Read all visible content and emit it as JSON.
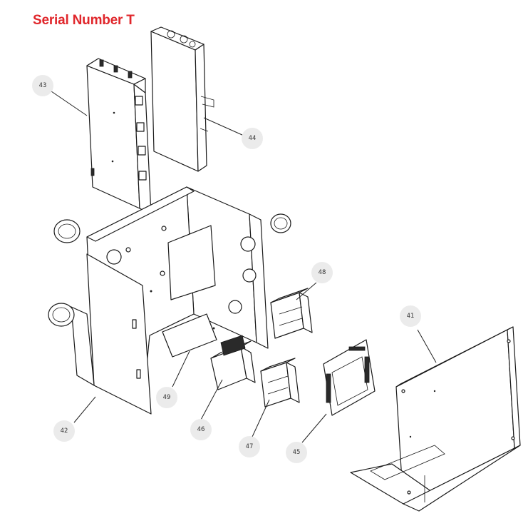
{
  "header": {
    "title": "Serial Number T"
  },
  "colors": {
    "title": "#e0262b",
    "callout": "#ebebeb",
    "line": "#1a1a1a"
  },
  "callouts": [
    {
      "id": "43",
      "label": "43"
    },
    {
      "id": "44",
      "label": "44"
    },
    {
      "id": "48",
      "label": "48"
    },
    {
      "id": "41",
      "label": "41"
    },
    {
      "id": "49",
      "label": "49"
    },
    {
      "id": "46",
      "label": "46"
    },
    {
      "id": "47",
      "label": "47"
    },
    {
      "id": "45",
      "label": "45"
    },
    {
      "id": "42",
      "label": "42"
    }
  ]
}
